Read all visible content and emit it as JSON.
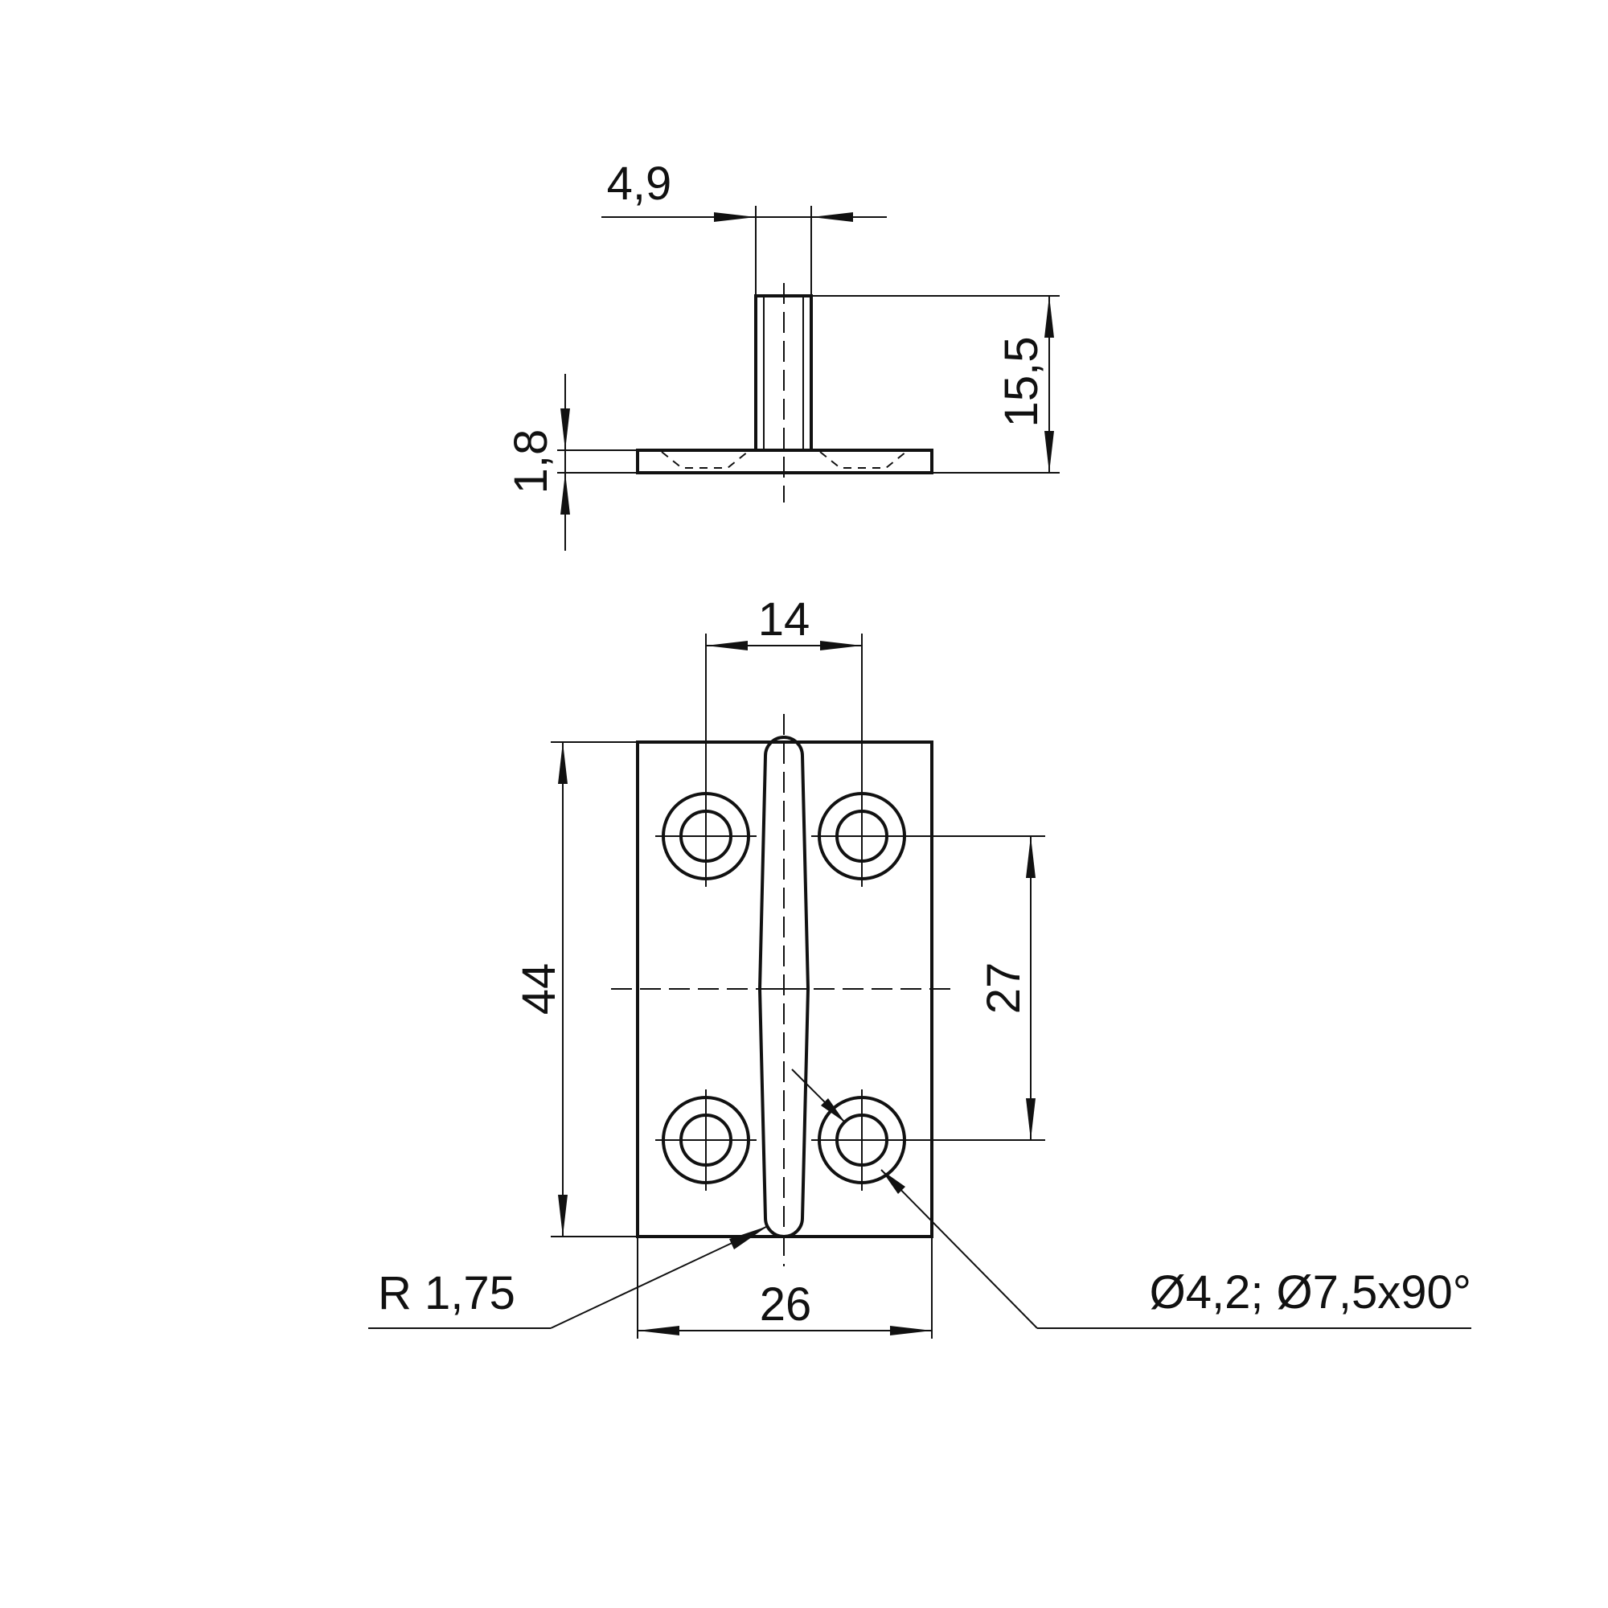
{
  "drawing": {
    "dims": {
      "stem_width": "4,9",
      "stem_height": "15,5",
      "plate_thickness": "1,8",
      "hole_spacing_x": "14",
      "plate_height": "44",
      "hole_spacing_y": "27",
      "plate_width": "26",
      "radius": "R 1,75",
      "hole": "Ø4,2; Ø7,5x90°"
    }
  }
}
